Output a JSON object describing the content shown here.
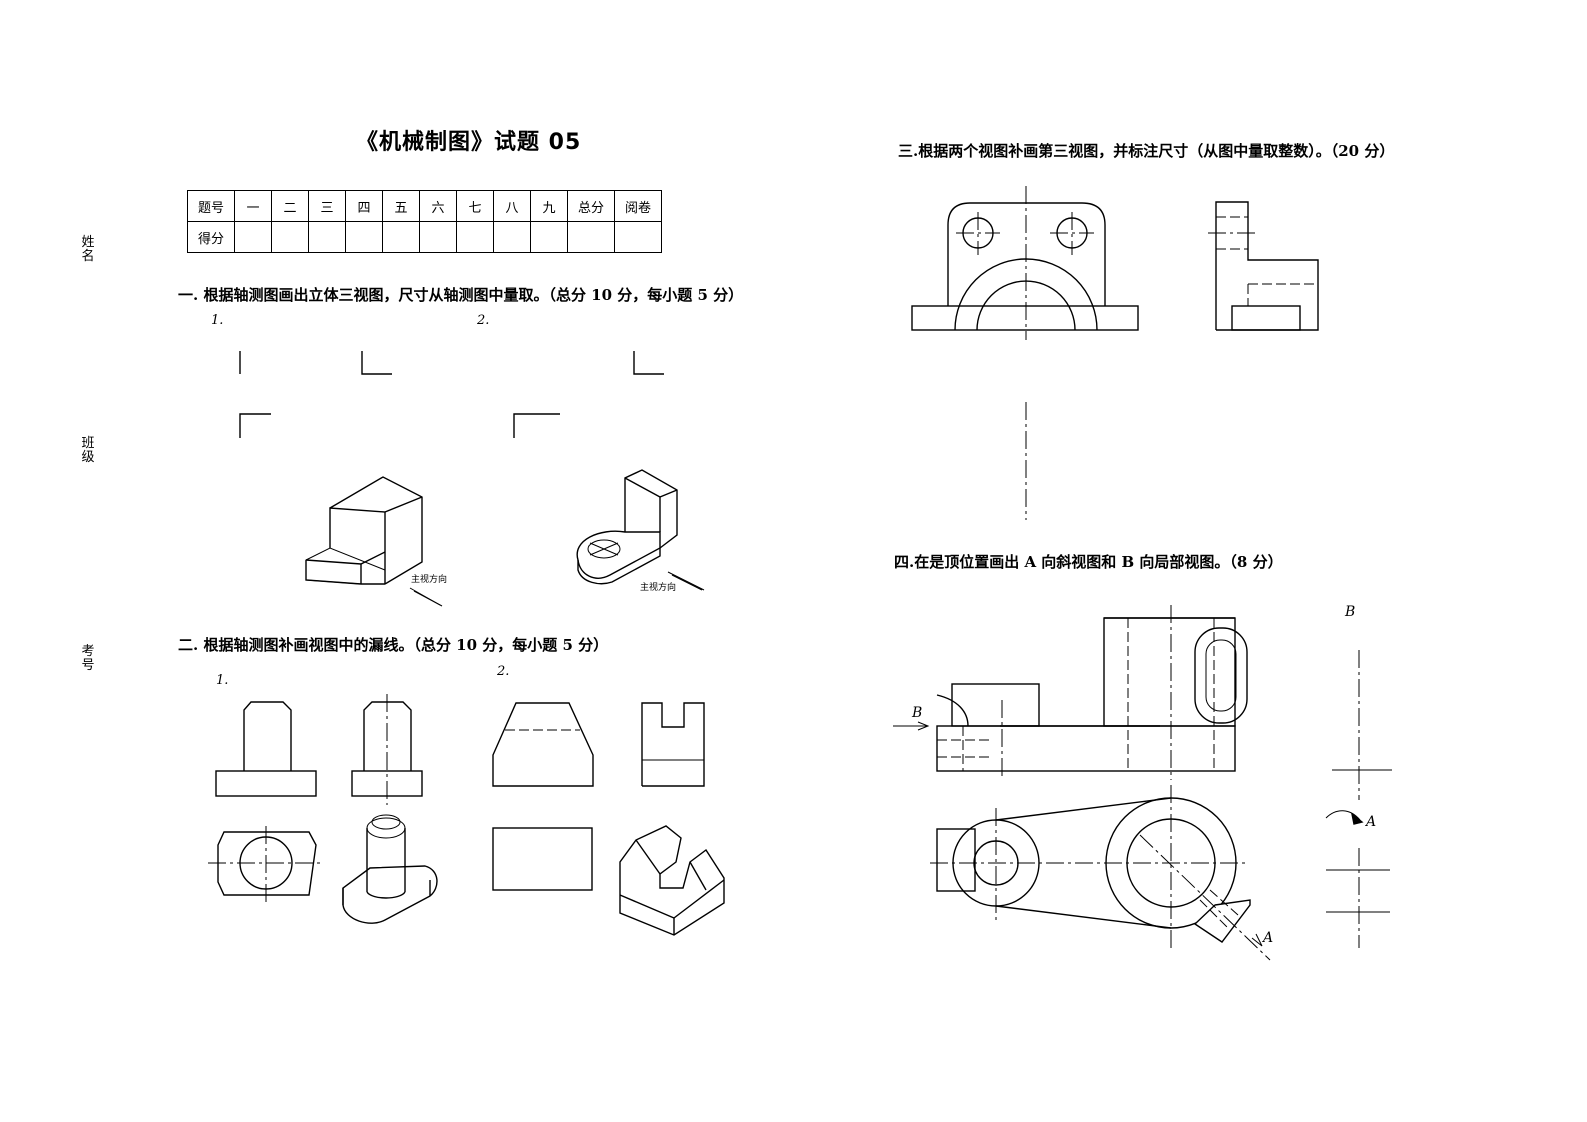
{
  "title": "《机械制图》试题 05",
  "side_labels": [
    "姓名",
    "班级",
    "考号"
  ],
  "score_table": {
    "header": [
      "题号",
      "一",
      "二",
      "三",
      "四",
      "五",
      "六",
      "七",
      "八",
      "九",
      "总分",
      "阅卷"
    ],
    "row_label": "得分"
  },
  "sections": {
    "q1": {
      "title": "一. 根据轴测图画出立体三视图，尺寸从轴测图中量取。（总分 10 分，每小题 5 分）",
      "item1": "1.",
      "item2": "2.",
      "arrow_note_1": "主视方向",
      "arrow_note_2": "主视方向"
    },
    "q2": {
      "title": "二. 根据轴测图补画视图中的漏线。（总分 10 分，每小题 5 分）",
      "item1": "1.",
      "item2": "2."
    },
    "q3": {
      "title": "三.根据两个视图补画第三视图，并标注尺寸（从图中量取整数）。（20 分）"
    },
    "q4": {
      "title": "四.在是顶位置画出 A 向斜视图和 B 向局部视图。（8 分）",
      "label_a": "A",
      "label_b": "B"
    }
  }
}
